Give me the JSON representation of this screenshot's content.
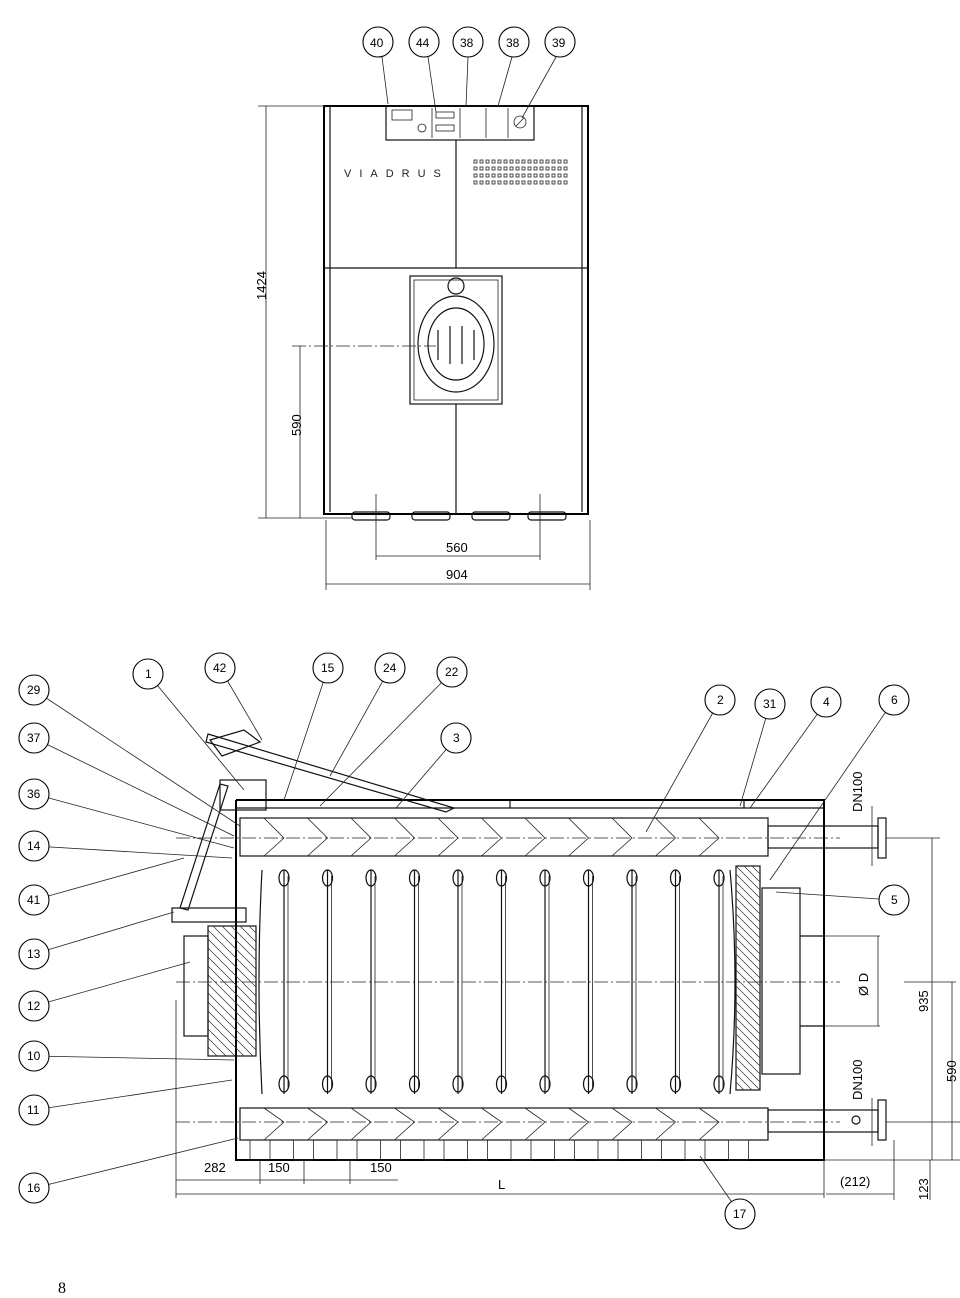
{
  "front_view": {
    "brand": "VIADRUS",
    "dims": {
      "height": "1424",
      "axis_height": "590",
      "inner_width": "560",
      "width": "904"
    },
    "callouts": [
      "40",
      "44",
      "38",
      "38",
      "39"
    ]
  },
  "section_view": {
    "callouts": [
      "29",
      "37",
      "36",
      "14",
      "41",
      "13",
      "12",
      "10",
      "11",
      "16",
      "1",
      "42",
      "15",
      "24",
      "22",
      "3",
      "2",
      "31",
      "4",
      "6",
      "5",
      "17"
    ],
    "dims": {
      "front": "282",
      "pitch_a": "150",
      "pitch_b": "150",
      "length": "L",
      "rear": "(212)",
      "outlet_top": "DN100",
      "outlet_bottom": "DN100",
      "flue": "Ø D",
      "h_total": "935",
      "h_axis": "590",
      "h_bottom": "123"
    }
  },
  "page_number": "8"
}
